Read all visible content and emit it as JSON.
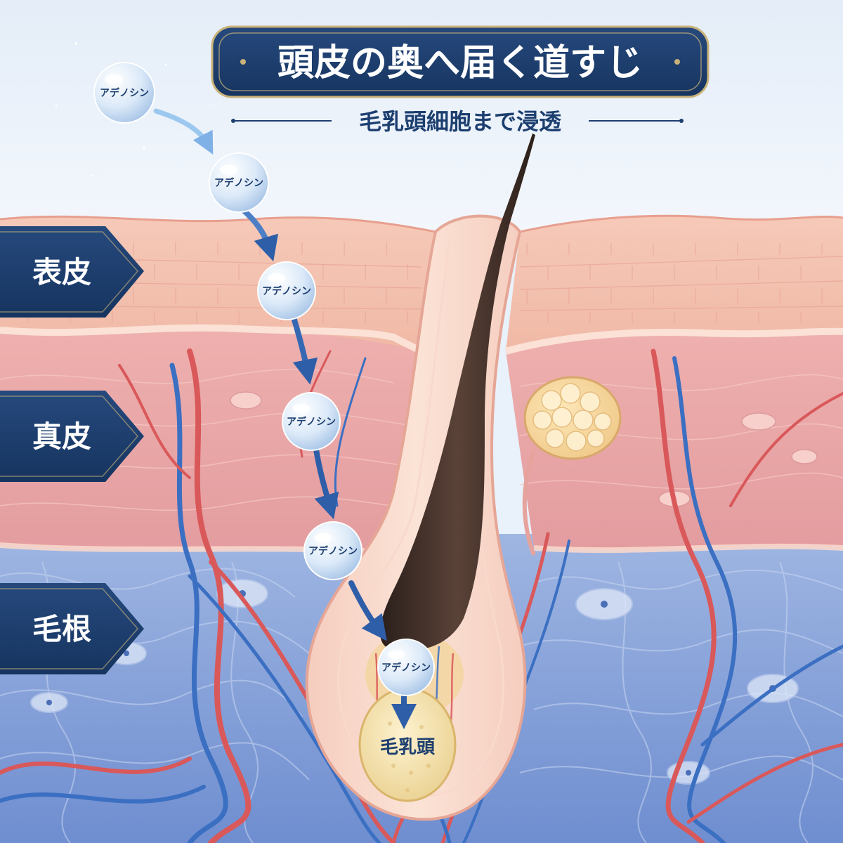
{
  "title": {
    "main": "頭皮の奥へ届く道すじ",
    "subtitle": "毛乳頭細胞まで浸透"
  },
  "layers": [
    {
      "id": "epidermis",
      "label": "表皮"
    },
    {
      "id": "dermis",
      "label": "真皮"
    },
    {
      "id": "root",
      "label": "毛根"
    }
  ],
  "molecule_label": "アデノシン",
  "molecule_count": 6,
  "papilla_label": "毛乳頭",
  "colors": {
    "navy": "#1d3f70",
    "gold": "#c9b27a",
    "epidermis": "#f2c3b2",
    "dermis": "#eba9a9",
    "subcutis": "#8aa6d8",
    "hair": "#3a2a24",
    "artery": "#d9585a",
    "vein": "#3b6fc2",
    "arrow": "#2f5ea8",
    "papilla": "#f3e0a8"
  }
}
